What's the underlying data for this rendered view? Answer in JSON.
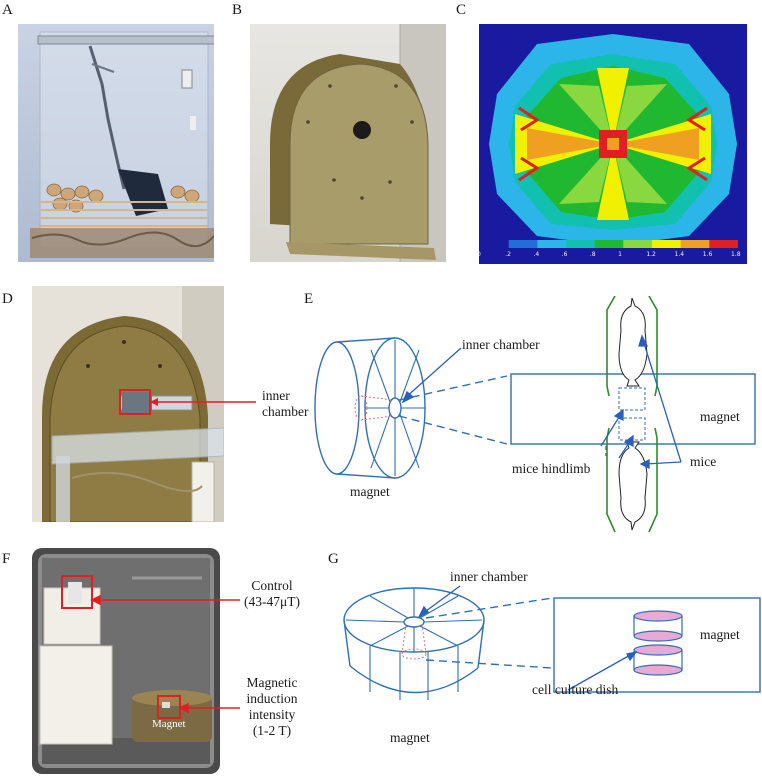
{
  "panels": {
    "a": "A",
    "b": "B",
    "c": "C",
    "d": "D",
    "e": "E",
    "f": "F",
    "g": "G"
  },
  "colorbar": {
    "ticks": [
      "0",
      ".2",
      ".4",
      ".6",
      ".8",
      "1",
      "1.2",
      "1.4",
      "1.6",
      "1.8"
    ],
    "colors": [
      "#1a1aa0",
      "#1e6fd6",
      "#2cb5e8",
      "#12c0b0",
      "#20b830",
      "#8ad840",
      "#f0f000",
      "#f0a020",
      "#e02020"
    ]
  },
  "labels": {
    "d_inner_chamber": [
      "inner",
      "chamber"
    ],
    "e_inner_chamber": "inner chamber",
    "e_magnet_left": "magnet",
    "e_magnet_right": "magnet",
    "e_mice_hindlimb": "mice hindlimb",
    "e_mice": "mice",
    "f_control": [
      "Control",
      "(43-47μT)"
    ],
    "f_magnetic": [
      "Magnetic",
      "induction",
      "intensity",
      "(1-2 T)"
    ],
    "f_magnet_in_photo": "Magnet",
    "g_inner_chamber": "inner chamber",
    "g_magnet_right": "magnet",
    "g_cell_culture_dish": "cell culture dish",
    "g_magnet_bottom": "magnet"
  },
  "colors": {
    "diagram_line": "#2f6fb5",
    "arrow_blue": "#2a5fc0",
    "arrow_red": "#e02020",
    "dish_fill": "#e7a9d6",
    "mice_outline": "#2e8b2e"
  }
}
